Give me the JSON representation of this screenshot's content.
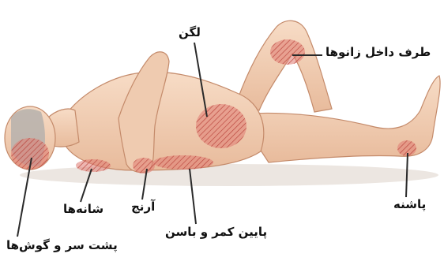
{
  "colors": {
    "skin": "#f2d2b8",
    "skin_shadow": "#ddb08f",
    "outline": "#c48a6a",
    "pressure_area": "#d46a60",
    "hair": "#b9b3ad",
    "leader": "#2a2a2a"
  },
  "labels": {
    "pelvis": "لگن",
    "inner_knees": "طرف داخل زانوها",
    "shoulders": "شانه‌ها",
    "elbow": "آرنج",
    "heel": "پاشنه",
    "sacrum_buttocks": "پایین کمر و باسن",
    "head_ears": "پشت سر و گوش‌ها"
  }
}
